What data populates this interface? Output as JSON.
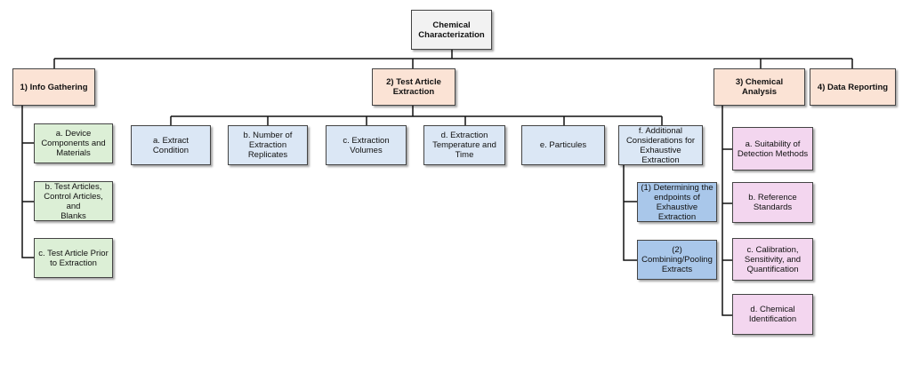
{
  "root": "Chemical\nCharacterization",
  "info_gathering": {
    "title": "1) Info Gathering",
    "items": [
      "a. Device\nComponents and\nMaterials",
      "b. Test Articles,\nControl Articles, and\nBlanks",
      "c. Test Article Prior\nto Extraction"
    ]
  },
  "test_article_extraction": {
    "title": "2) Test Article\nExtraction",
    "items": [
      "a. Extract Condition",
      "b. Number of\nExtraction\nReplicates",
      "c. Extraction\nVolumes",
      "d. Extraction\nTemperature and\nTime",
      "e. Particules",
      "f. Additional\nConsiderations for\nExhaustive\nExtraction"
    ],
    "sub_items": [
      "(1) Determining the\nendpoints of\nExhaustive\nExtraction",
      "(2)\nCombining/Pooling\nExtracts"
    ]
  },
  "chemical_analysis": {
    "title": "3) Chemical\nAnalysis",
    "items": [
      "a. Suitability of\nDetection Methods",
      "b. Reference\nStandards",
      "c. Calibration,\nSensitivity, and\nQuantification",
      "d. Chemical\nIdentification"
    ]
  },
  "data_reporting": {
    "title": "4) Data Reporting"
  },
  "colors": {
    "root": "#f2f2f2",
    "category": "#fbe3d5",
    "info_items": "#dcefd6",
    "extraction_items": "#dbe7f5",
    "extraction_sub_items": "#a9c7ea",
    "analysis_items": "#f3d6ef",
    "connector": "#111111"
  }
}
